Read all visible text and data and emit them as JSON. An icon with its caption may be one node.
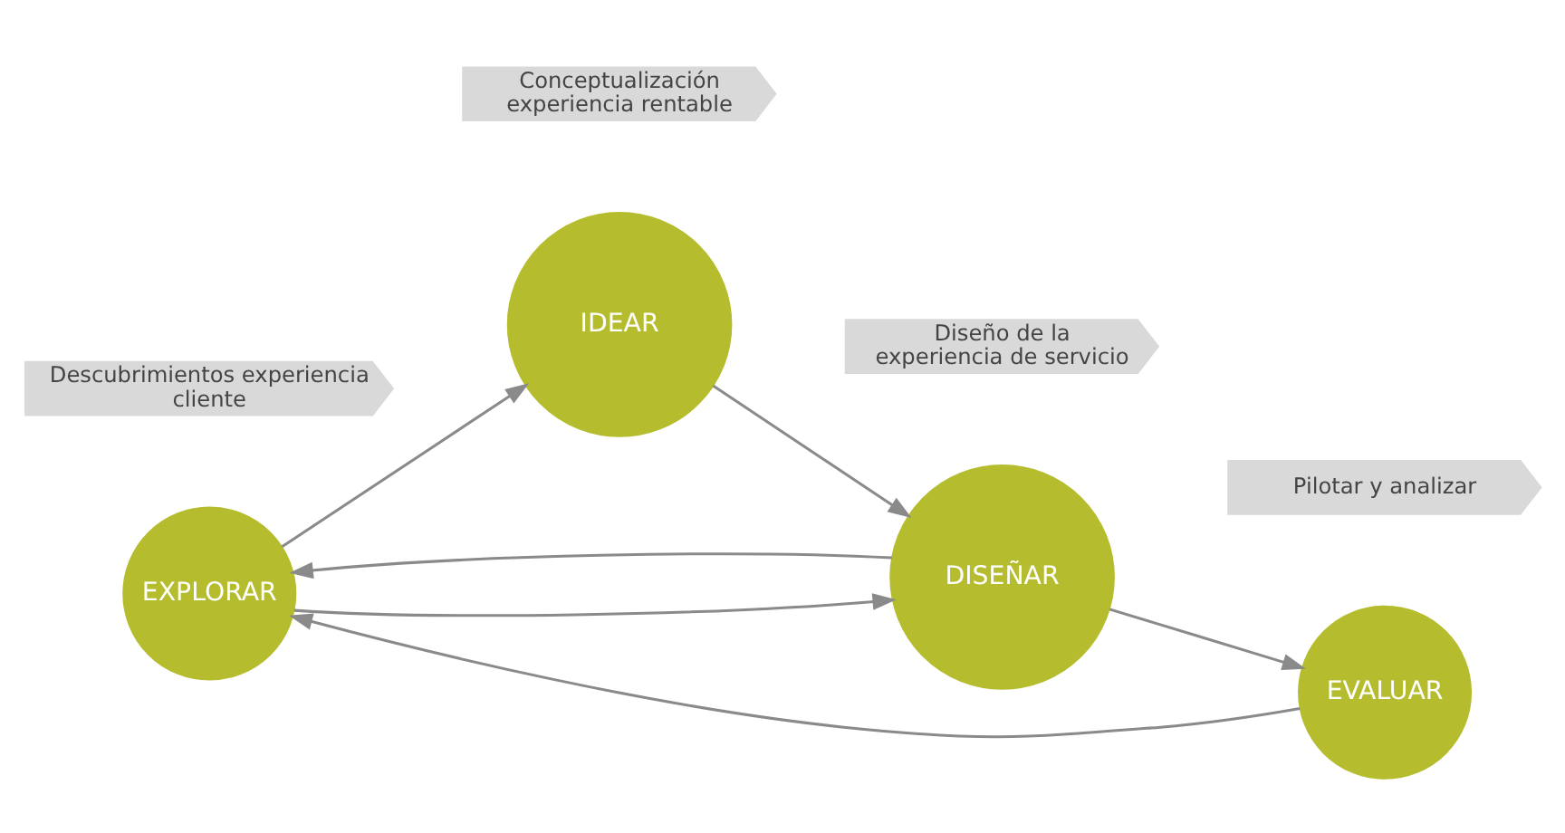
{
  "diagram": {
    "nodes": [
      {
        "text": [
          "EXPLORAR"
        ]
      },
      {
        "text": [
          "IDEAR"
        ]
      },
      {
        "text": [
          "DISEÑAR"
        ]
      },
      {
        "text": [
          "EVALUAR"
        ]
      },
      {
        "text": [
          "Descubrimientos experiencia cliente"
        ]
      },
      {
        "text": [
          "Conceptualización experiencia rentable"
        ]
      },
      {
        "text": [
          "Diseño de la experiencia de servicio"
        ]
      },
      {
        "text": [
          "Pilotar y analizar"
        ]
      }
    ],
    "edges": [
      {
        "from": 0,
        "to": 2,
        "arrow": "to"
      },
      {
        "from": 1,
        "to": 2,
        "arrow": "to"
      },
      {
        "from": 2,
        "to": 3,
        "arrow": "to"
      },
      {
        "from": 0,
        "to": 1,
        "arrow": "to"
      },
      {
        "from": 2,
        "to": 0,
        "arrow": "to"
      },
      {
        "from": 3,
        "to": 0,
        "arrow": "to"
      }
    ]
  }
}
